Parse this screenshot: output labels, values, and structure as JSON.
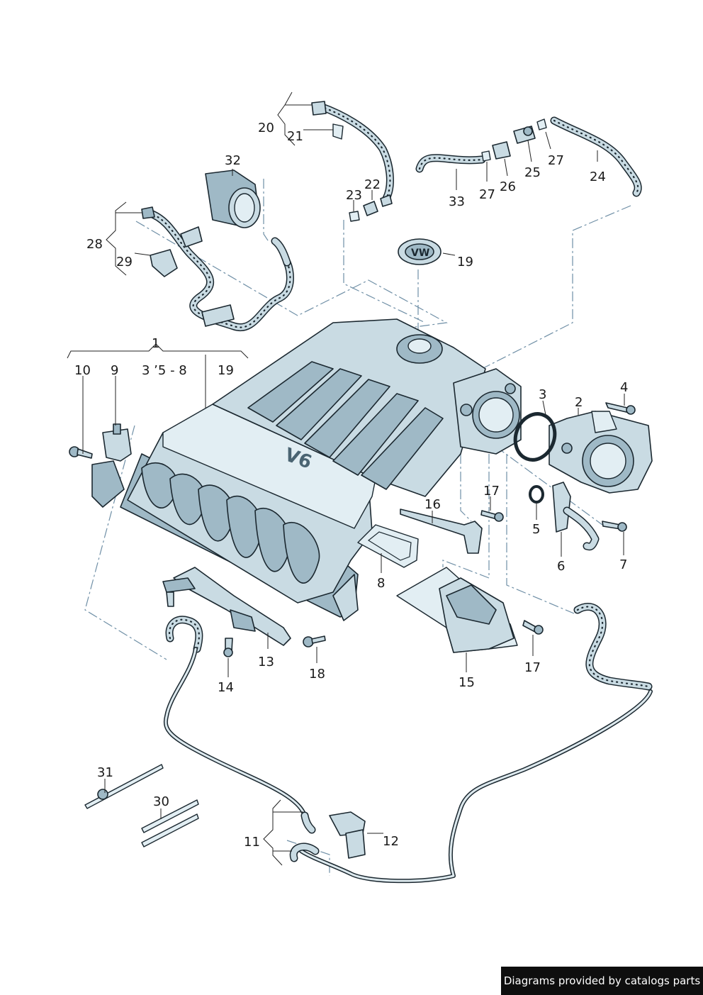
{
  "callouts": {
    "c1": "1",
    "c2": "2",
    "c3": "3",
    "c4": "4",
    "c5": "5",
    "c6": "6",
    "c7": "7",
    "c8": "8",
    "c9": "9",
    "c10": "10",
    "c11": "11",
    "c12": "12",
    "c13": "13",
    "c14": "14",
    "c15": "15",
    "c16": "16",
    "c17a": "17",
    "c17b": "17",
    "c18": "18",
    "c19a": "19",
    "c19b": "19",
    "c20": "20",
    "c21": "21",
    "c22": "22",
    "c23": "23",
    "c24": "24",
    "c25": "25",
    "c26": "26",
    "c27a": "27",
    "c27b": "27",
    "c28": "28",
    "c29": "29",
    "c30": "30",
    "c31": "31",
    "c32": "32",
    "c33": "33",
    "c35to8": "3 ’5 - 8"
  },
  "emblems": {
    "manifold_badge": "V6",
    "logo": "VW"
  },
  "footer": {
    "credit": "Diagrams provided by catalogs parts"
  },
  "colors": {
    "part_fill": "#c9dbe3",
    "part_dark": "#9fb9c6",
    "outline": "#1b2830",
    "dash_line": "#6f8fa6",
    "credit_bg": "#0e0e0e"
  }
}
